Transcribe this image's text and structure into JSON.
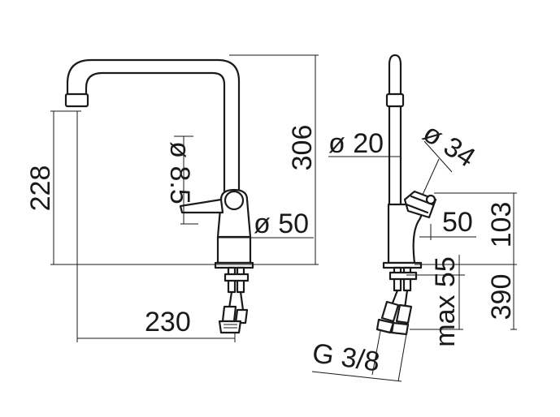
{
  "front_view": {
    "height_spout": "228",
    "height_total": "306",
    "diameter_pipe": "ø 8.5",
    "diameter_body": "ø 50",
    "reach": "230"
  },
  "side_view": {
    "diameter_spout": "ø 20",
    "diameter_handle": "ø 34",
    "offset": "50",
    "handle_height": "103",
    "max_thickness": "max 55",
    "hose_length": "390",
    "thread": "G 3/8"
  }
}
